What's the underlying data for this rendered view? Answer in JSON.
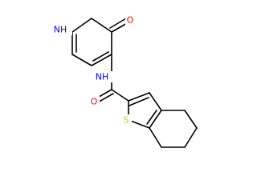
{
  "molecule": {
    "atoms": [
      {
        "id": "N1",
        "label": "NH",
        "color": "#0000ff"
      },
      {
        "id": "O1",
        "label": "O",
        "color": "#ff0000"
      },
      {
        "id": "N2",
        "label": "NH",
        "color": "#0000ff"
      },
      {
        "id": "O2",
        "label": "O",
        "color": "#ff0000"
      },
      {
        "id": "S1",
        "label": "S",
        "color": "#cccc00"
      }
    ]
  }
}
